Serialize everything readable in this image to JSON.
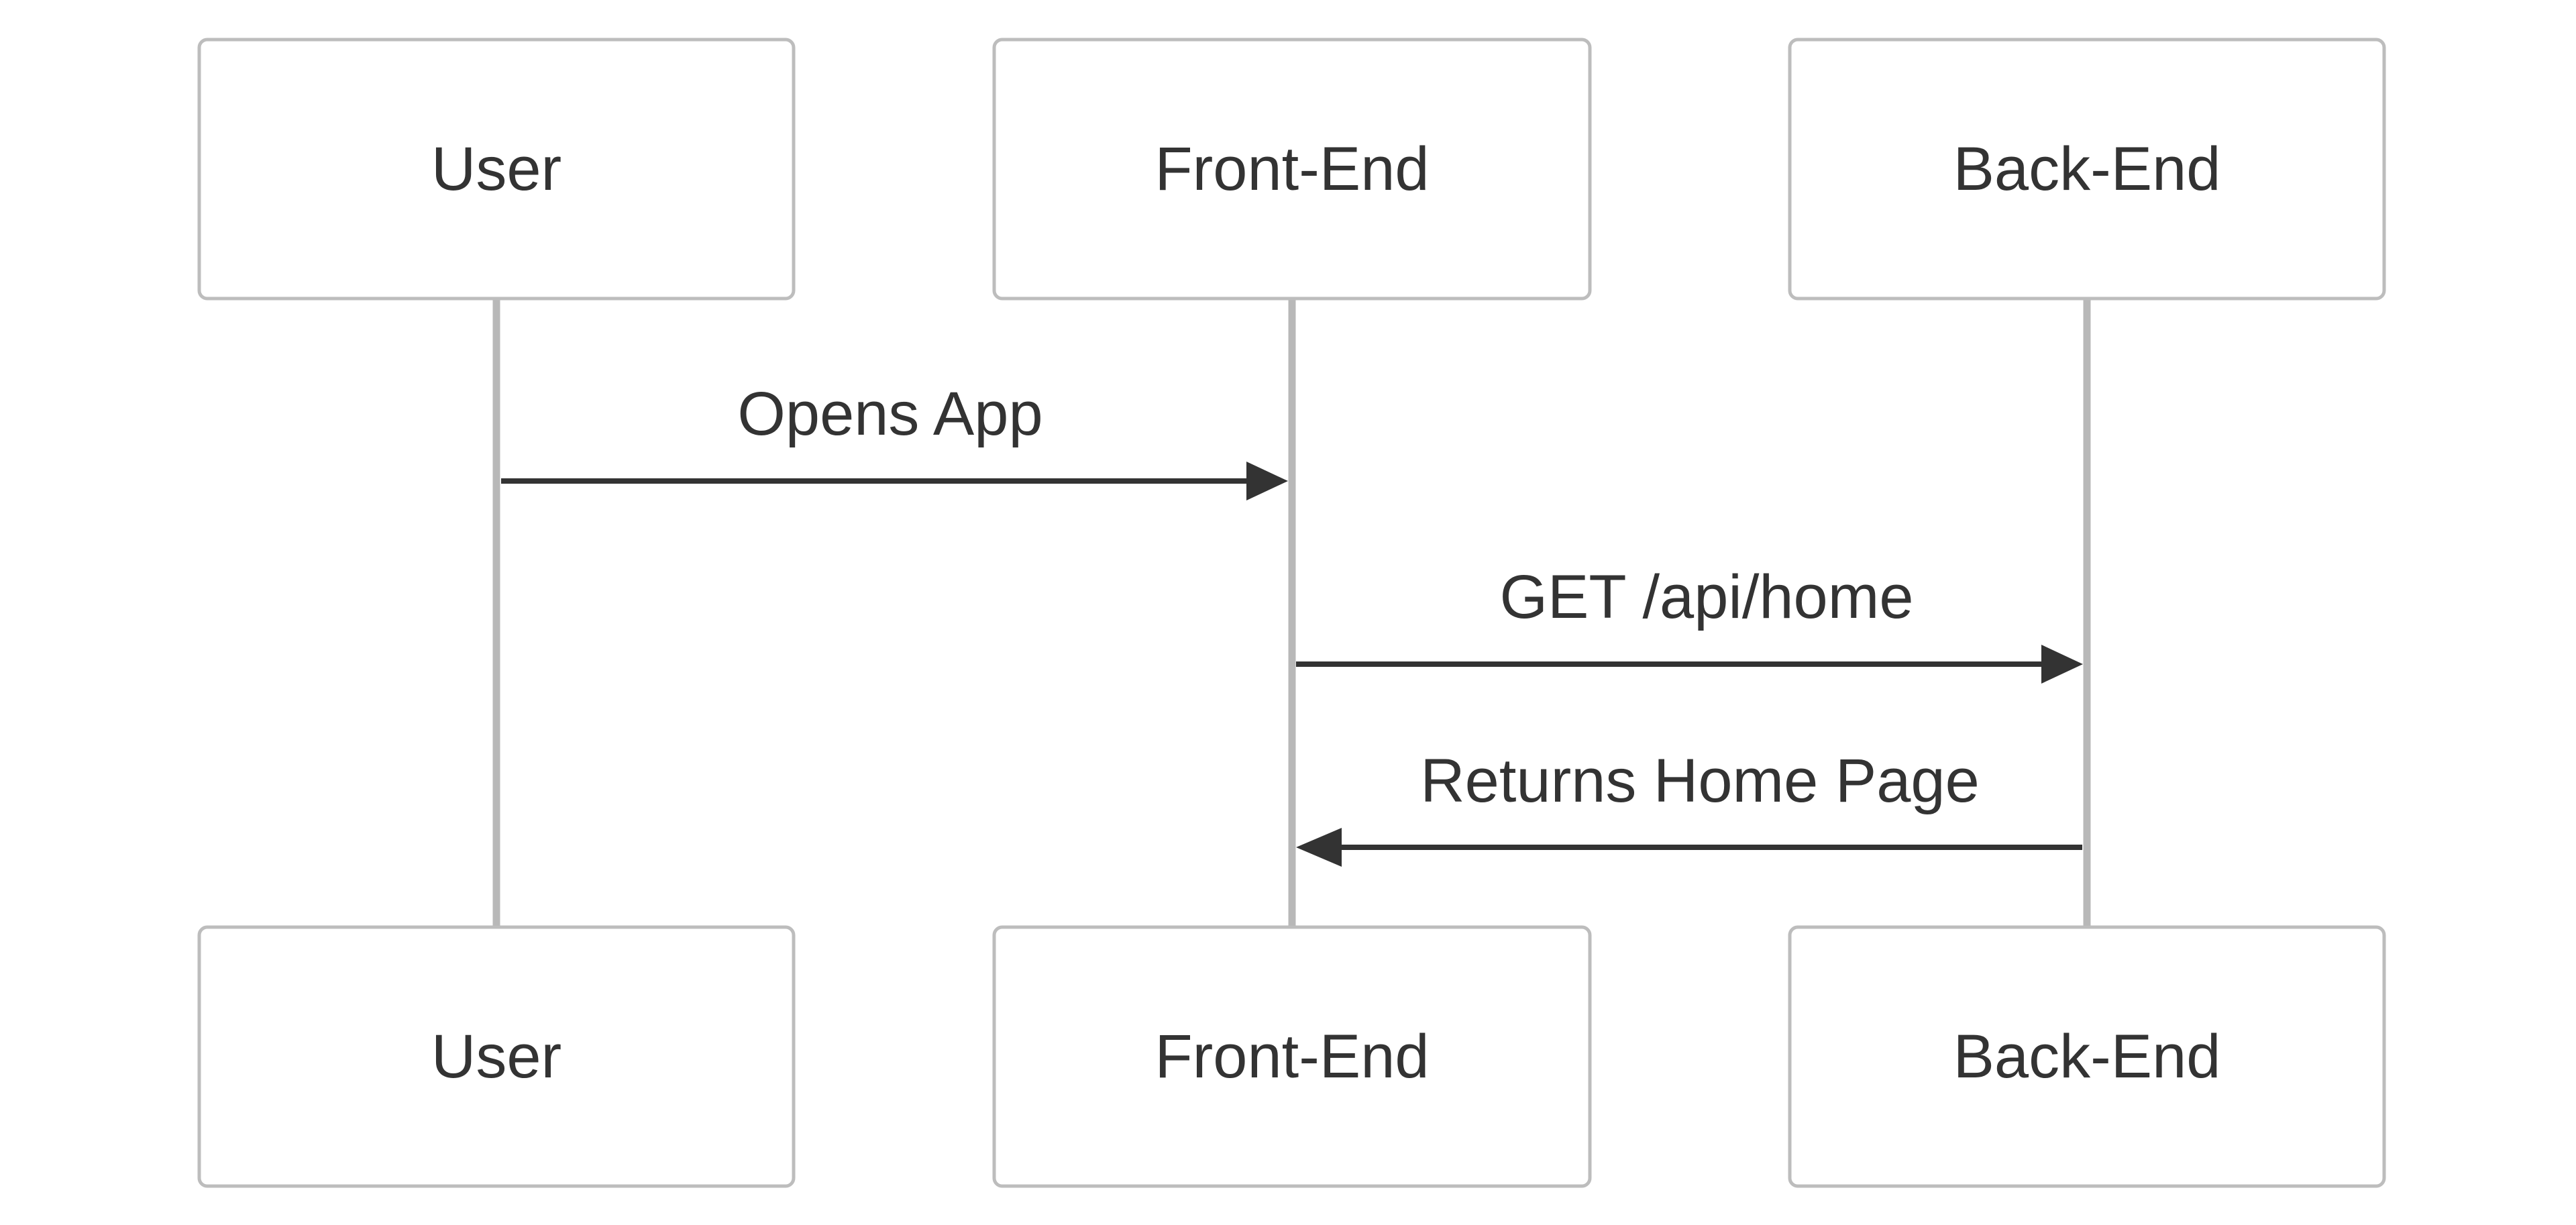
{
  "diagram": {
    "type": "sequence",
    "participants": [
      {
        "id": "user",
        "label": "User"
      },
      {
        "id": "frontend",
        "label": "Front-End"
      },
      {
        "id": "backend",
        "label": "Back-End"
      }
    ],
    "messages": [
      {
        "from": "user",
        "to": "frontend",
        "label": "Opens App"
      },
      {
        "from": "frontend",
        "to": "backend",
        "label": "GET /api/home"
      },
      {
        "from": "backend",
        "to": "frontend",
        "label": "Returns Home Page"
      }
    ],
    "colors": {
      "box_border": "#bdbdbd",
      "lifeline": "#b8b8b8",
      "arrow": "#333333",
      "text": "#333333"
    }
  }
}
